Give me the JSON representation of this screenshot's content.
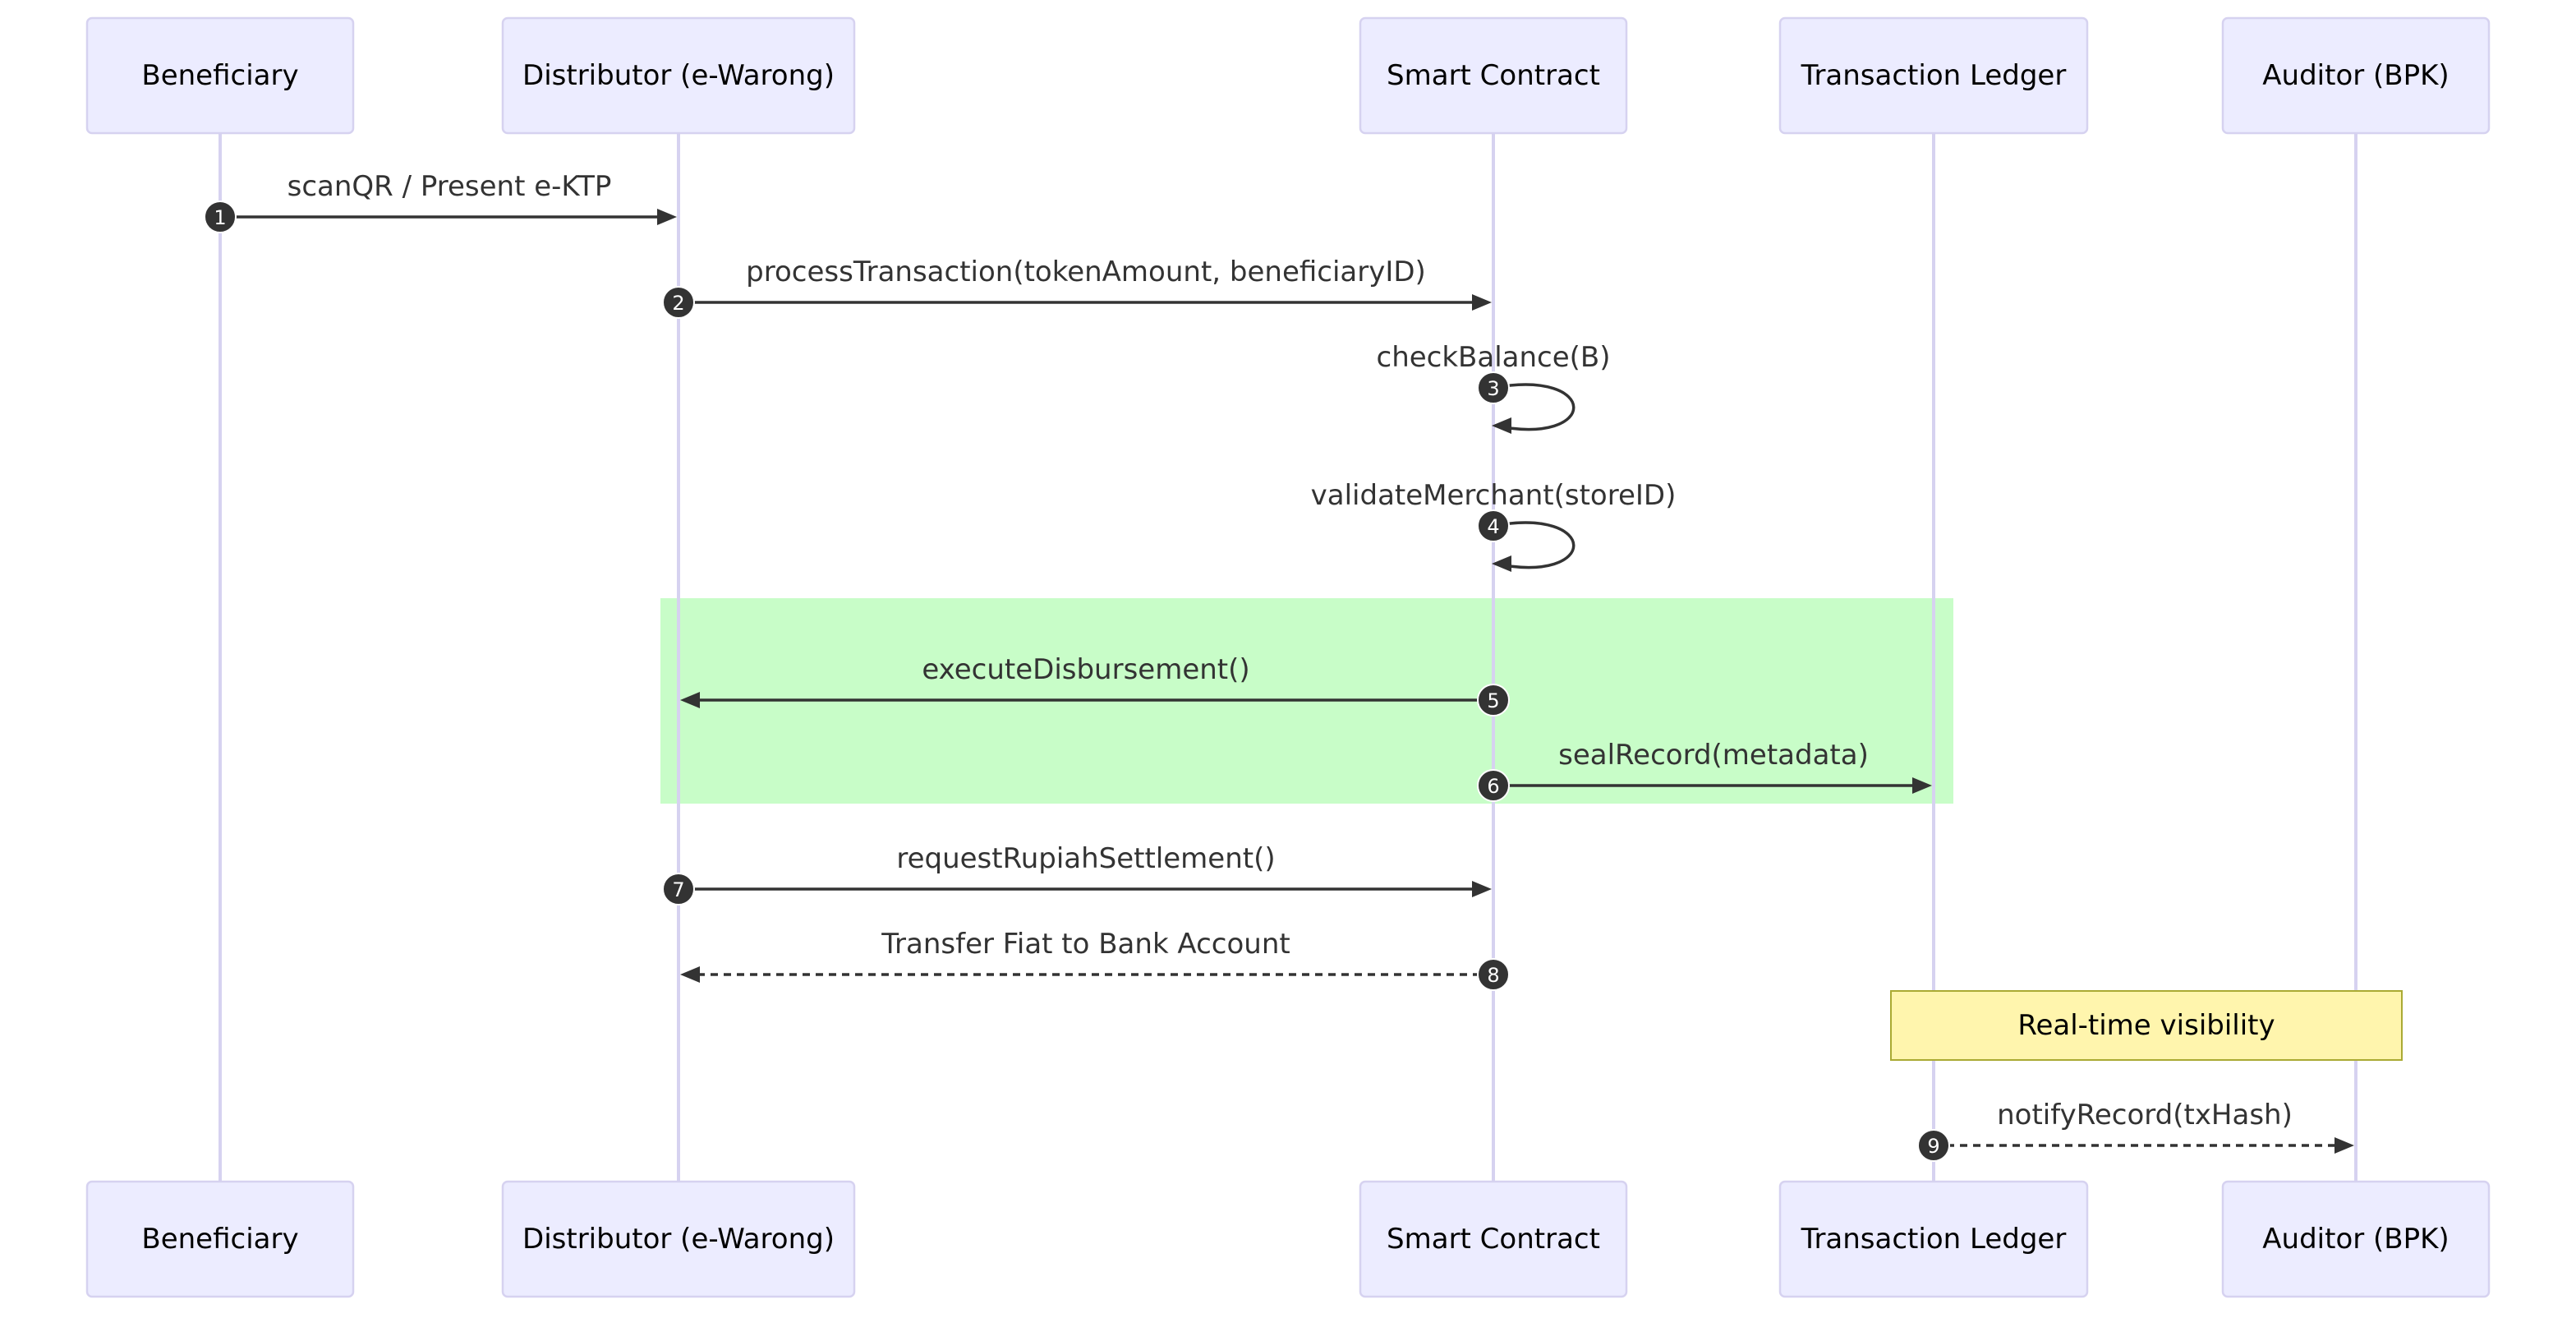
{
  "colors": {
    "actor_fill": "#ececff",
    "actor_border": "#d6d2f0",
    "lifeline": "#d6d2f0",
    "message": "#333333",
    "highlight_block": "#c8fdc8",
    "note_fill": "#fff5ad",
    "note_border": "#aaaa33"
  },
  "participants": [
    {
      "id": "beneficiary",
      "label": "Beneficiary"
    },
    {
      "id": "distributor",
      "label": "Distributor (e-Warong)"
    },
    {
      "id": "smart_contract",
      "label": "Smart Contract"
    },
    {
      "id": "ledger",
      "label": "Transaction Ledger"
    },
    {
      "id": "auditor",
      "label": "Auditor (BPK)"
    }
  ],
  "messages": [
    {
      "seq": "1",
      "from": "beneficiary",
      "to": "distributor",
      "label": "scanQR / Present e-KTP",
      "style": "solid"
    },
    {
      "seq": "2",
      "from": "distributor",
      "to": "smart_contract",
      "label": "processTransaction(tokenAmount, beneficiaryID)",
      "style": "solid"
    },
    {
      "seq": "3",
      "from": "smart_contract",
      "to": "smart_contract",
      "label": "checkBalance(B)",
      "style": "solid"
    },
    {
      "seq": "4",
      "from": "smart_contract",
      "to": "smart_contract",
      "label": "validateMerchant(storeID)",
      "style": "solid"
    },
    {
      "seq": "5",
      "from": "smart_contract",
      "to": "distributor",
      "label": "executeDisbursement()",
      "style": "solid"
    },
    {
      "seq": "6",
      "from": "smart_contract",
      "to": "ledger",
      "label": "sealRecord(metadata)",
      "style": "solid"
    },
    {
      "seq": "7",
      "from": "distributor",
      "to": "smart_contract",
      "label": "requestRupiahSettlement()",
      "style": "solid"
    },
    {
      "seq": "8",
      "from": "smart_contract",
      "to": "distributor",
      "label": "Transfer Fiat to Bank Account",
      "style": "dashed"
    },
    {
      "seq": "9",
      "from": "ledger",
      "to": "auditor",
      "label": "notifyRecord(txHash)",
      "style": "dashed"
    }
  ],
  "highlight_block": {
    "from_message": "5",
    "to_message": "6"
  },
  "note": {
    "text": "Real-time visibility",
    "over": [
      "ledger",
      "auditor"
    ]
  }
}
